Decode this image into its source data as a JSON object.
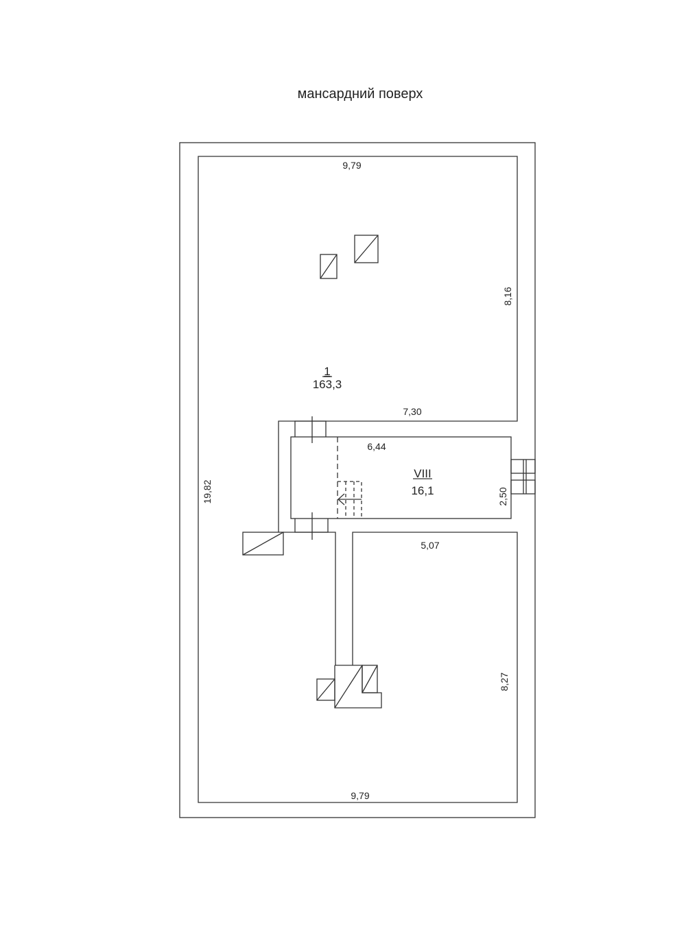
{
  "title": "мансардний поверх",
  "rooms": [
    {
      "number": "1",
      "area": "163,3"
    },
    {
      "number": "VIII",
      "area": "16,1"
    }
  ],
  "dimensions": {
    "top": "9,79",
    "right_upper": "8,16",
    "inner_upper": "7,30",
    "room_viii_length": "6,44",
    "room_viii_width": "2,50",
    "left_total": "19,82",
    "inner_lower": "5,07",
    "right_lower": "8,27",
    "bottom": "9,79"
  }
}
